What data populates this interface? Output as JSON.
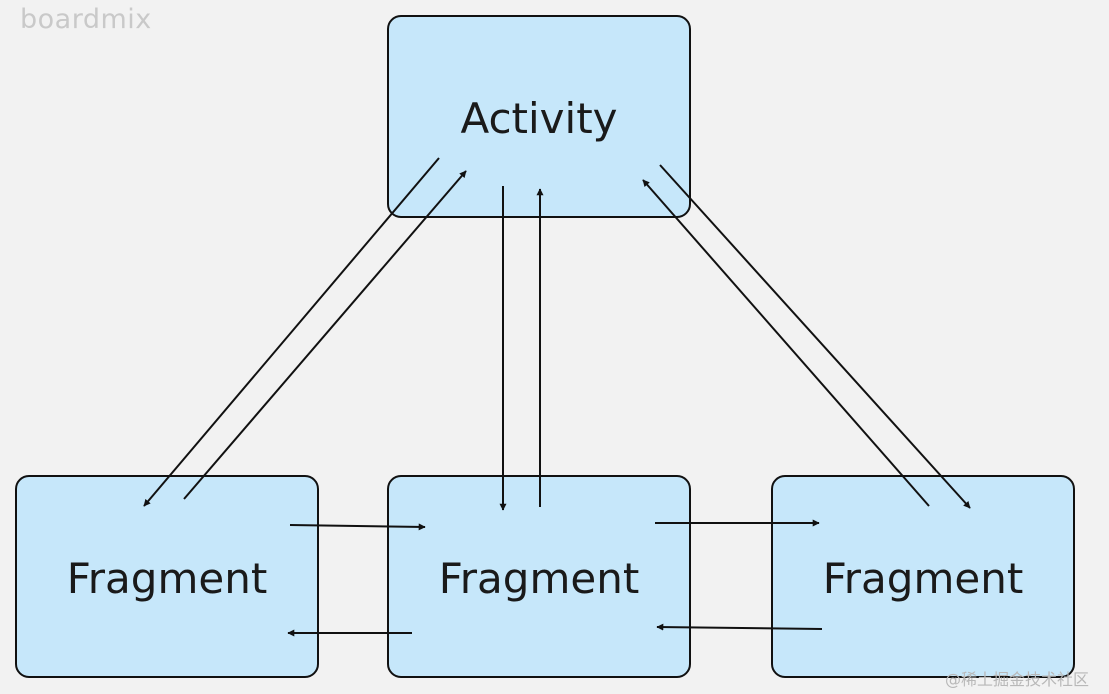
{
  "watermark": {
    "brand": "boardmix",
    "source": "@稀土掘金技术社区"
  },
  "nodes": {
    "activity": "Activity",
    "fragment_left": "Fragment",
    "fragment_center": "Fragment",
    "fragment_right": "Fragment"
  },
  "colors": {
    "node_fill": "#c6e7fa",
    "node_border": "#111111",
    "background": "#f2f2f2",
    "arrow": "#111111"
  }
}
